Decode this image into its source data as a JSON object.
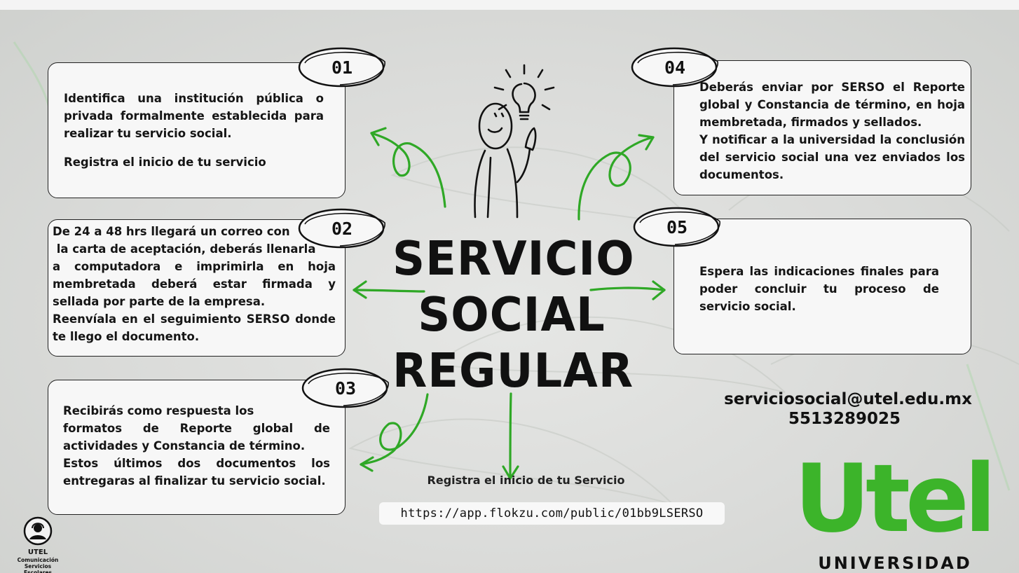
{
  "title_lines": [
    "SERVICIO",
    "SOCIAL",
    "REGULAR"
  ],
  "steps": [
    {
      "number": "01",
      "paragraphs": [
        "Identifica una institución pública o privada formalmente establecida para realizar tu servicio social.",
        "Registra el inicio de tu servicio"
      ]
    },
    {
      "number": "02",
      "lines": [
        "De 24 a 48 hrs llegará un correo con",
        " la carta de aceptación, deberás llenarla"
      ],
      "paragraphs": [
        "a computadora e imprimirla en hoja membretada deberá estar firmada y sellada por parte de la empresa.",
        "Reenvíala en el seguimiento SERSO donde te llego el documento."
      ]
    },
    {
      "number": "03",
      "lines": [
        "Recibirás como respuesta los"
      ],
      "paragraphs": [
        "formatos de Reporte global de actividades y Constancia de término.",
        "Estos últimos dos documentos los entregaras al finalizar tu servicio social."
      ]
    },
    {
      "number": "04",
      "paragraphs": [
        "Deberás enviar por SERSO el Reporte global y Constancia de término, en hoja membretada, firmados y sellados.",
        "Y notificar a la universidad la conclusión del servicio social una vez enviados los documentos."
      ]
    },
    {
      "number": "05",
      "paragraphs": [
        "Espera las indicaciones finales para poder concluir tu proceso de servicio social."
      ]
    }
  ],
  "contact": {
    "email": "serviciosocial@utel.edu.mx",
    "phone": "5513289025"
  },
  "register": {
    "label": "Registra el inicio de tu Servicio",
    "url": "https://app.flokzu.com/public/01bb9LSERSO"
  },
  "small_logo": {
    "brand": "UTEL",
    "line1": "Comunicación",
    "line2": "Servicios Escolares"
  },
  "brand_logo": {
    "word": "Utel",
    "sub": "UNIVERSIDAD"
  },
  "colors": {
    "accent_green": "#3cb42a",
    "arrow_green": "#2fa826",
    "ink": "#111111",
    "card_bg": "#f7f7f7"
  }
}
